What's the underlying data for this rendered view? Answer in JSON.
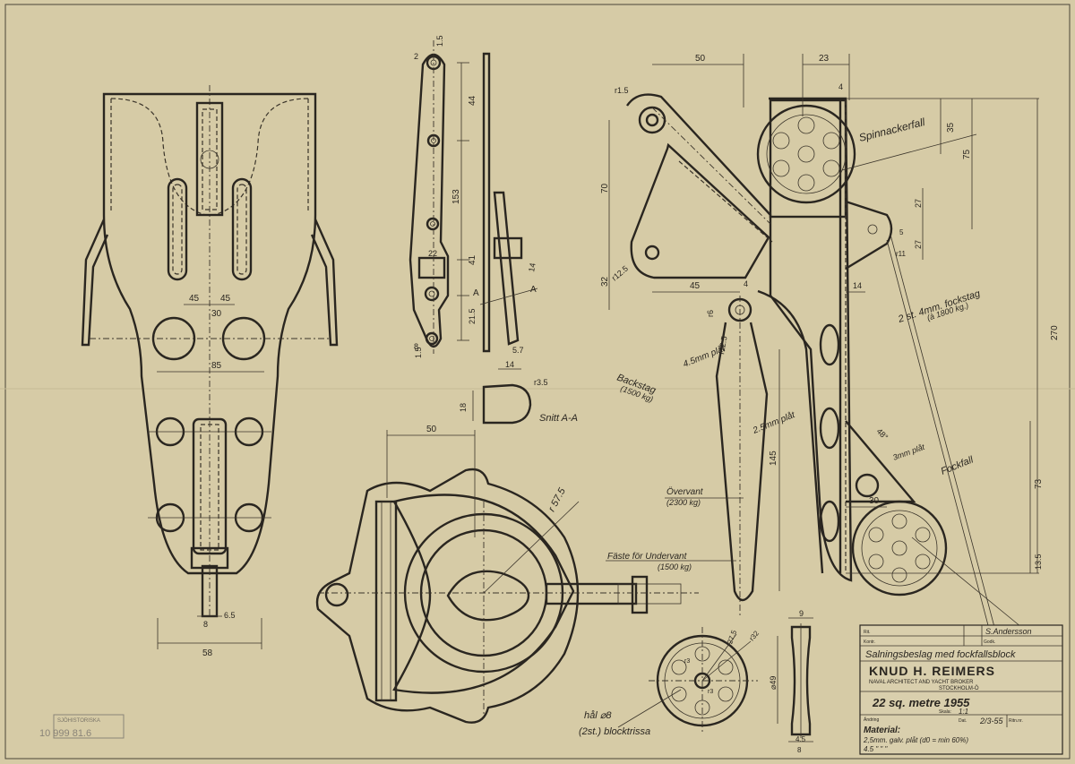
{
  "colors": {
    "paper": "#d6cba6",
    "ink": "#2a2620"
  },
  "title_block": {
    "drawn_by": "S.Andersson",
    "title": "Salningsbeslag med fockfallsblock",
    "company": "KNUD H. REIMERS",
    "company_sub": "NAVAL ARCHITECT AND YACHT BROKER",
    "city": "STOCKHOLM-Ö",
    "class": "22 sq. metre 1955",
    "scale": "1:1",
    "date": "2/3-55",
    "material_label": "Material:",
    "material_1": "2,5mm. galv. plåt (d0 = min 60%)",
    "material_2": "4.5  \"     \"     \"",
    "fields": {
      "ritad": "Rit.",
      "kontr": "Kontr.",
      "godk": "Godk.",
      "andr": "Ändring",
      "datum": "Dat.",
      "skala": "Skala:",
      "ritn": "Ritn.nr."
    }
  },
  "stamp": {
    "text": "SJÖHISTORISKA",
    "number": "10 999 81.6"
  },
  "labels": {
    "spinnackerfall": "Spinnackerfall",
    "fockstag": "2 st. 4mm. fockstag",
    "fockstag_load": "(à 1800 kg.)",
    "backstag": "Backstag",
    "backstag_load": "(1500 kg)",
    "overvant": "Övervant",
    "overvant_load": "(2300 kg)",
    "undervant": "Fäste för Undervant",
    "undervant_load": "(1500 kg)",
    "fockfall": "Fockfall",
    "plat_45": "4.5mm plåt",
    "plat_25": "2.5mm plåt",
    "plat_3": "3mm plåt",
    "snitt": "Snitt A-A",
    "hal": "hål ⌀8",
    "blocktrissa": "(2st.) blocktrissa",
    "section_a": "A"
  },
  "dims": {
    "d45a": "45",
    "d45b": "45",
    "d30": "30",
    "d85": "85",
    "d58": "58",
    "d8": "8",
    "d65": "6.5",
    "d15": "1.5",
    "d44": "44",
    "d153": "153",
    "d22": "22",
    "d41": "41",
    "d215": "21.5",
    "d57": "5.7",
    "d14": "14",
    "d2": "2",
    "d8b": "8",
    "r35": "r3.5",
    "d18": "18",
    "d14b": "14",
    "d50a": "50",
    "d23": "23",
    "d4": "4",
    "d35": "35",
    "d75": "75",
    "d27a": "27",
    "d27b": "27",
    "d70": "70",
    "d32": "32",
    "d45c": "45",
    "d4b": "4",
    "d14c": "14",
    "d270": "270",
    "d145": "145",
    "d73": "73",
    "d30b": "30",
    "d135": "13.5",
    "d48": "48°",
    "d5": "5",
    "r15": "r1.5",
    "r125": "r12.5",
    "r125b": "r12.5",
    "r6": "r6",
    "r11": "r11",
    "d50b": "50",
    "r575": "r 57.5",
    "r275": "r27.5",
    "r32": "r32",
    "d49": "⌀49",
    "d9": "9",
    "d45d": "4.5",
    "d8c": "8",
    "r3": "r3"
  }
}
